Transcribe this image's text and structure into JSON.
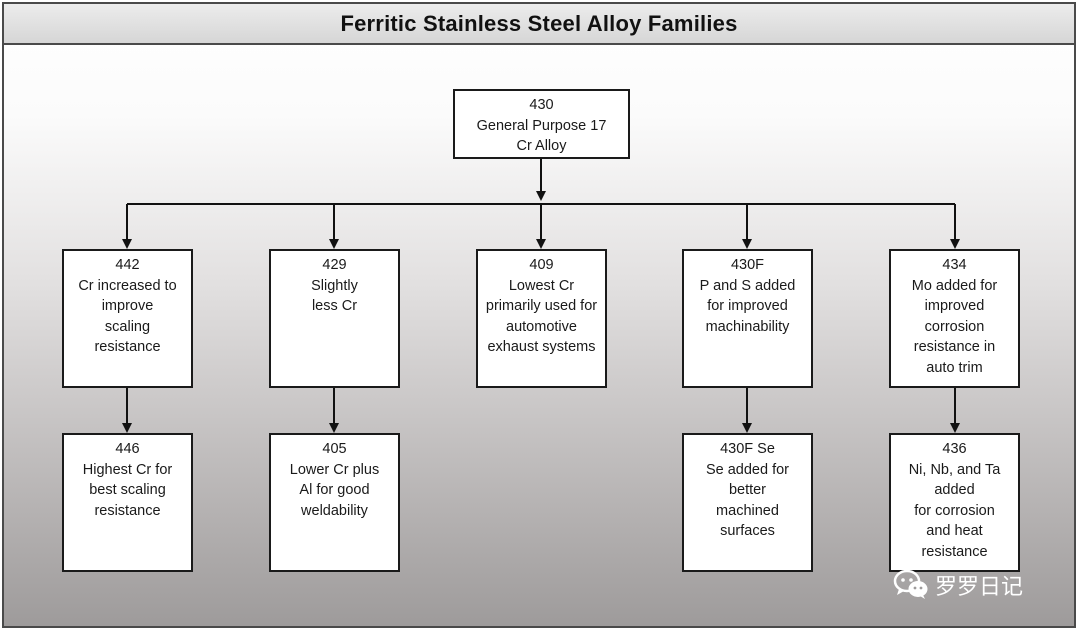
{
  "title": "Ferritic Stainless Steel Alloy Families",
  "root": {
    "code": "430",
    "desc": "General Purpose 17\nCr Alloy"
  },
  "level1": [
    {
      "code": "442",
      "desc": "Cr increased to\nimprove\nscaling\nresistance"
    },
    {
      "code": "429",
      "desc": "Slightly\nless Cr"
    },
    {
      "code": "409",
      "desc": "Lowest Cr\nprimarily used for\nautomotive\nexhaust systems"
    },
    {
      "code": "430F",
      "desc": "P and S added\nfor improved\nmachinability"
    },
    {
      "code": "434",
      "desc": "Mo added for\nimproved\ncorrosion\nresistance in\nauto trim"
    }
  ],
  "level2": [
    {
      "code": "446",
      "desc": "Highest Cr for\nbest scaling\nresistance"
    },
    {
      "code": "405",
      "desc": "Lower Cr plus\nAl for good\nweldability"
    },
    {
      "code": "430F Se",
      "desc": "Se added for\nbetter\nmachined\nsurfaces"
    },
    {
      "code": "436",
      "desc": "Ni, Nb, and Ta\nadded\nfor corrosion\nand heat\nresistance"
    }
  ],
  "watermark": {
    "text": "罗罗日记",
    "icon": "wechat-icon"
  }
}
